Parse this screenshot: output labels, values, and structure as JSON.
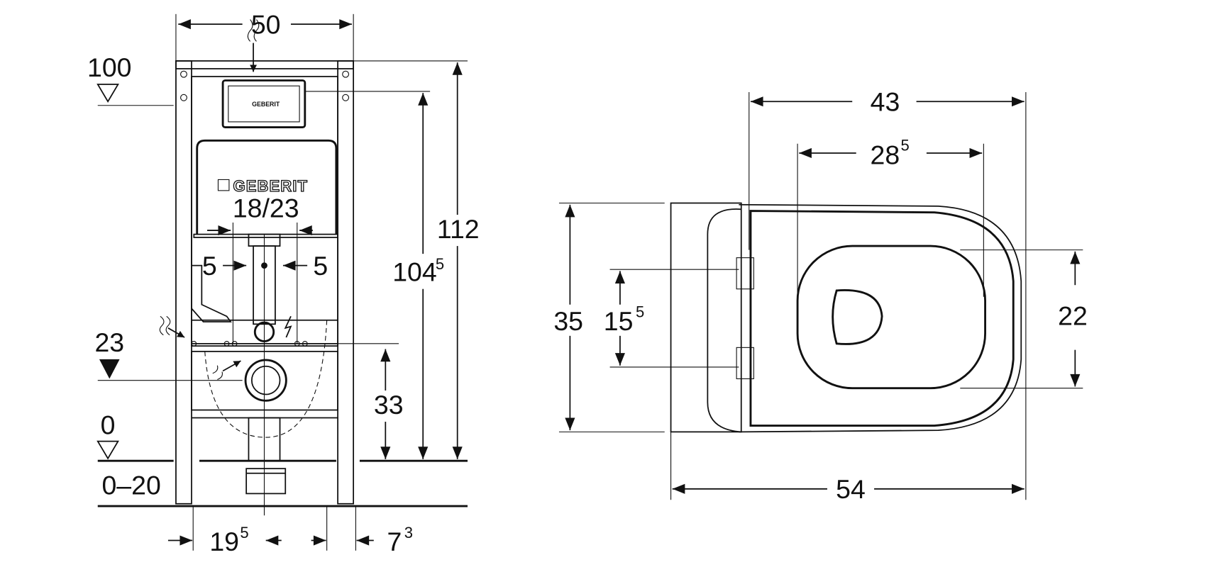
{
  "brand": {
    "logo_text": "GEBERIT"
  },
  "left_view": {
    "width": "50",
    "level_top": "100",
    "flush_volume": "18/23",
    "offset_left": "5",
    "offset_right": "5",
    "height_total": "112",
    "height_actuator": "104",
    "height_actuator_sup": "5",
    "level_outlet": "23",
    "outlet_height": "33",
    "level_floor": "0",
    "floor_range": "0–20",
    "bottom_left": "19",
    "bottom_left_sup": "5",
    "bottom_right": "7",
    "bottom_right_sup": "3"
  },
  "right_view": {
    "seat_width": "43",
    "opening_width": "28",
    "opening_width_sup": "5",
    "back_height": "35",
    "fixing_distance": "15",
    "fixing_distance_sup": "5",
    "opening_length": "22",
    "depth": "54"
  }
}
